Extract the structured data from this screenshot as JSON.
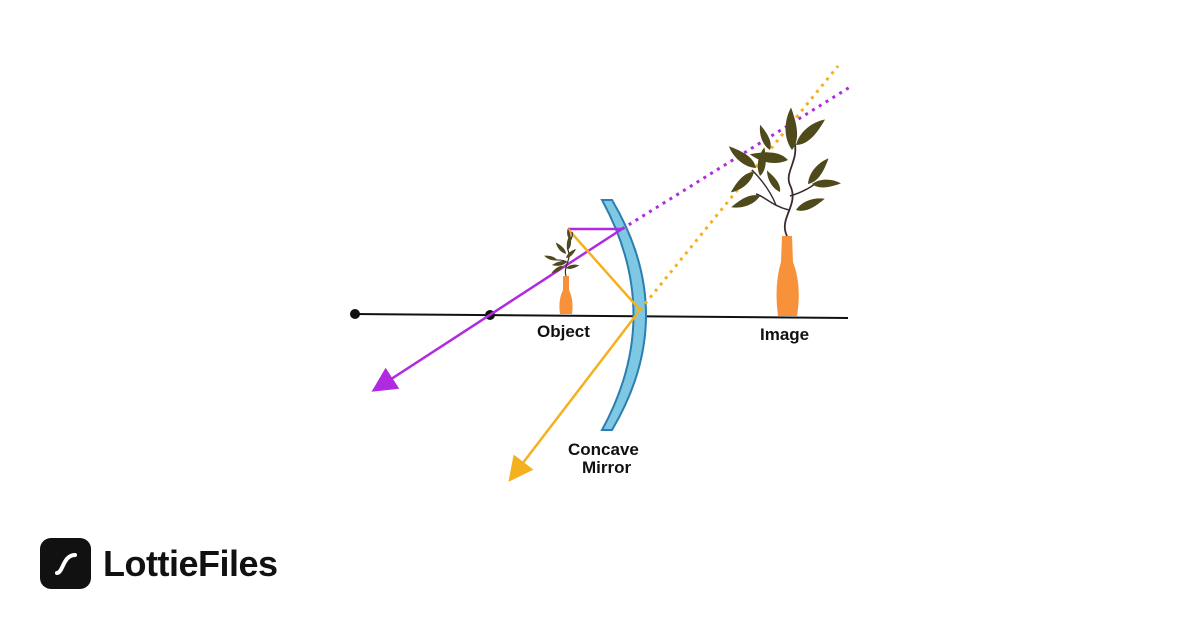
{
  "diagram": {
    "labels": {
      "object": "Object",
      "image": "Image",
      "mirror_line1": "Concave",
      "mirror_line2": "Mirror"
    },
    "colors": {
      "axis": "#111111",
      "ray_purple": "#b02ae0",
      "ray_orange": "#f5b020",
      "mirror_fill": "#7ec8e3",
      "mirror_stroke": "#2a7fb0",
      "vase": "#f7923a",
      "leaf": "#4f4a1b",
      "stem": "#3a2a30"
    }
  },
  "brand": {
    "name": "LottieFiles",
    "icon": "lottiefiles-logo-icon"
  }
}
